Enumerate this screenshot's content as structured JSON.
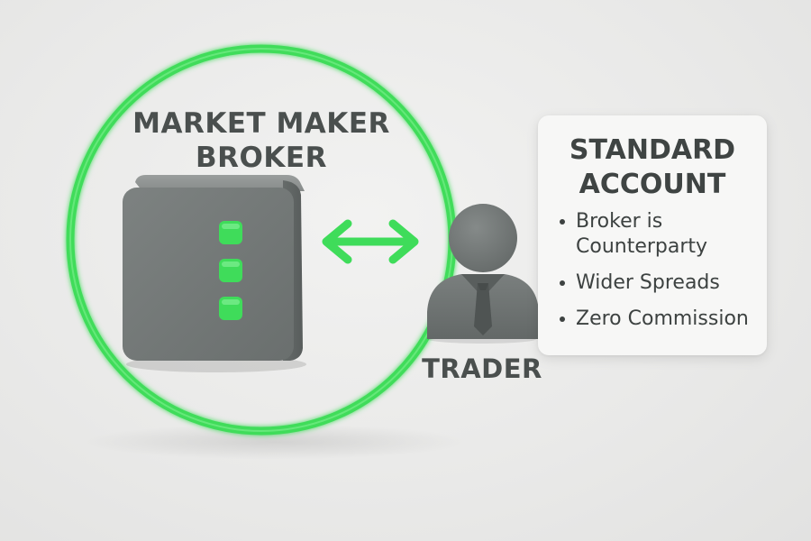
{
  "broker": {
    "title_line1": "MARKET MAKER",
    "title_line2": "BROKER"
  },
  "trader": {
    "label": "TRADER"
  },
  "card": {
    "title_line1": "STANDARD",
    "title_line2": "ACCOUNT",
    "items": [
      "Broker is Counterparty",
      "Wider Spreads",
      "Zero Commission"
    ]
  },
  "colors": {
    "accent_green": "#3fdc5a",
    "figure_gray": "#707574",
    "text_dark": "#4a4f4e"
  },
  "icons": {
    "broker": "server-cube-icon",
    "connection": "double-arrow-icon",
    "trader": "person-tie-icon"
  }
}
